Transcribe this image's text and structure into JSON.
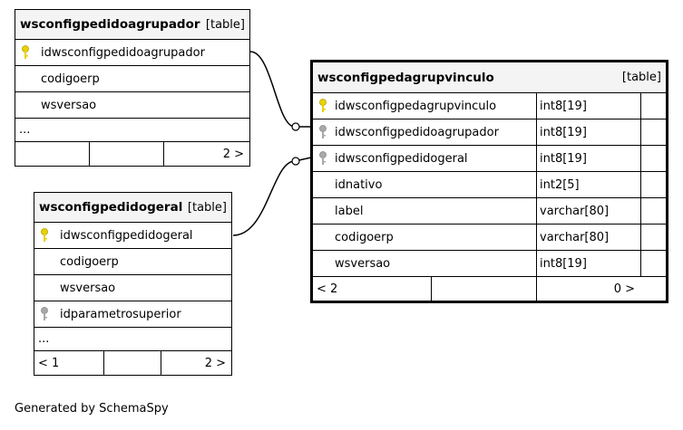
{
  "tables": {
    "agrupador": {
      "name": "wsconfigpedidoagrupador",
      "kind": "[table]",
      "columns": [
        {
          "name": "idwsconfigpedidoagrupador",
          "key": "primary-key-icon"
        },
        {
          "name": "codigoerp",
          "key": ""
        },
        {
          "name": "wsversao",
          "key": ""
        }
      ],
      "ellipsis": "...",
      "footer": {
        "parents": "",
        "children": "2 >"
      }
    },
    "geral": {
      "name": "wsconfigpedidogeral",
      "kind": "[table]",
      "columns": [
        {
          "name": "idwsconfigpedidogeral",
          "key": "primary-key-icon"
        },
        {
          "name": "codigoerp",
          "key": ""
        },
        {
          "name": "wsversao",
          "key": ""
        },
        {
          "name": "idparametrosuperior",
          "key": "foreign-key-icon"
        }
      ],
      "ellipsis": "...",
      "footer": {
        "parents": "< 1",
        "children": "2 >"
      }
    },
    "vinculo": {
      "name": "wsconfigpedagrupvinculo",
      "kind": "[table]",
      "columns": [
        {
          "name": "idwsconfigpedagrupvinculo",
          "type": "int8[19]",
          "key": "primary-key-icon"
        },
        {
          "name": "idwsconfigpedidoagrupador",
          "type": "int8[19]",
          "key": "foreign-key-icon"
        },
        {
          "name": "idwsconfigpedidogeral",
          "type": "int8[19]",
          "key": "foreign-key-icon"
        },
        {
          "name": "idnativo",
          "type": "int2[5]",
          "key": ""
        },
        {
          "name": "label",
          "type": "varchar[80]",
          "key": ""
        },
        {
          "name": "codigoerp",
          "type": "varchar[80]",
          "key": ""
        },
        {
          "name": "wsversao",
          "type": "int8[19]",
          "key": ""
        }
      ],
      "footer": {
        "parents": "< 2",
        "children": "0 >"
      }
    }
  },
  "colors": {
    "primary_key": "#e8d200",
    "foreign_key": "#a8a8a8"
  },
  "caption": "Generated by SchemaSpy"
}
